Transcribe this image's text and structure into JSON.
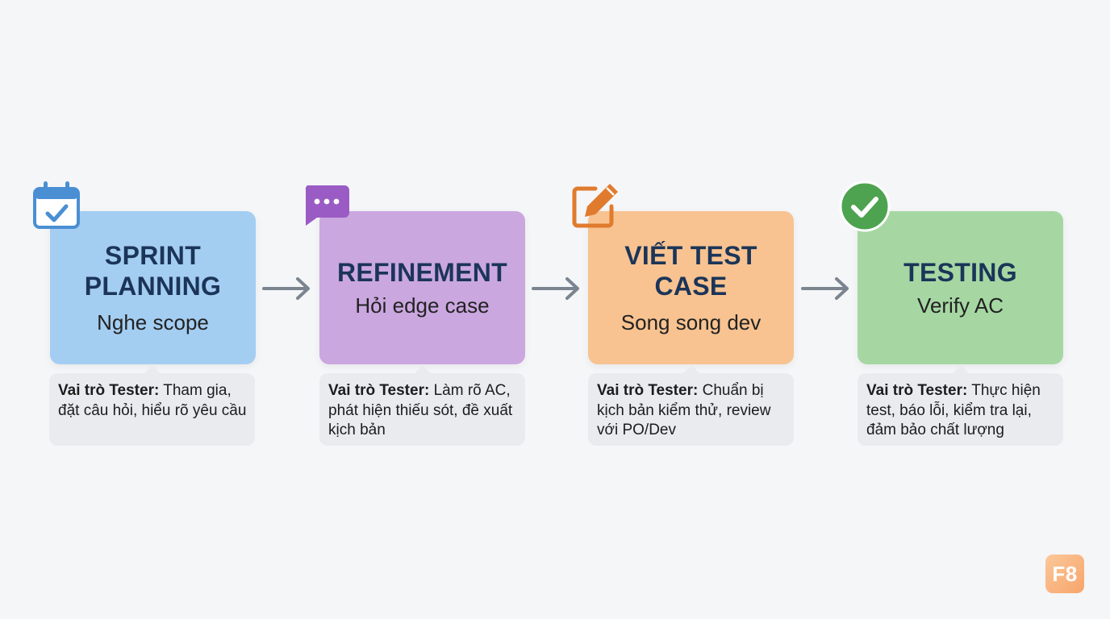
{
  "steps": [
    {
      "title": "SPRINT PLANNING",
      "subtitle": "Nghe scope",
      "icon": "calendar-check-icon",
      "color": "#a4cdf2",
      "role_label": "Vai trò Tester:",
      "role_text": "Tham gia, đặt câu hỏi, hiểu rõ yêu cầu"
    },
    {
      "title": "REFINEMENT",
      "subtitle": "Hỏi edge case",
      "icon": "chat-bubble-icon",
      "color": "#cba7e0",
      "role_label": "Vai trò Tester:",
      "role_text": "Làm rõ AC, phát hiện thiếu sót, đề xuất kịch bản"
    },
    {
      "title": "VIẾT TEST CASE",
      "subtitle": "Song song dev",
      "icon": "edit-pencil-icon",
      "color": "#f8c391",
      "role_label": "Vai trò Tester:",
      "role_text": "Chuẩn bị kịch bản kiểm thử, review với PO/Dev"
    },
    {
      "title": "TESTING",
      "subtitle": "Verify AC",
      "icon": "check-circle-icon",
      "color": "#a6d7a3",
      "role_label": "Vai trò Tester:",
      "role_text": "Thực hiện test, báo lỗi, kiểm tra lại, đảm bảo chất lượng"
    }
  ],
  "logo": {
    "text": "F8"
  },
  "colors": {
    "background": "#f5f6f8",
    "title_text": "#1b3558",
    "arrow": "#7b8590",
    "callout_bg": "#e9ebef",
    "calendar_icon": "#4a8fd3",
    "chat_icon": "#9a5cc4",
    "edit_icon": "#e07b2e",
    "check_icon": "#4ea350"
  }
}
